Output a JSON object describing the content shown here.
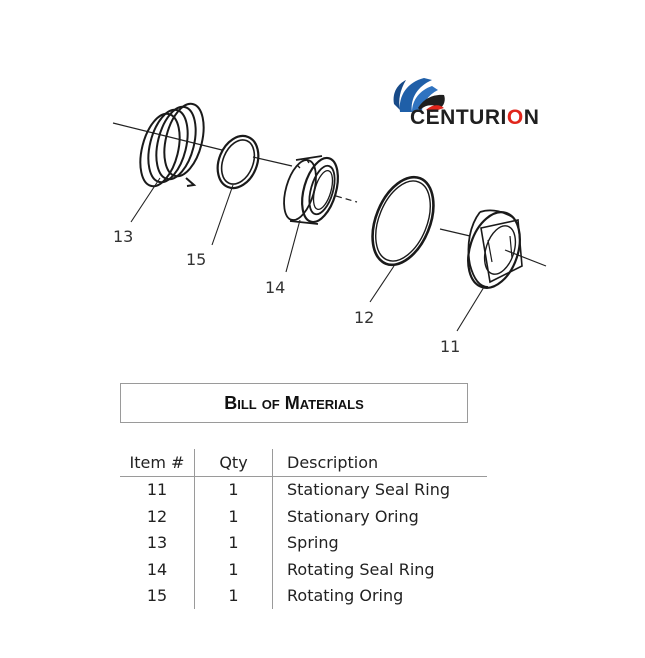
{
  "logo": {
    "brand_name_before": "CENTURI",
    "brand_name_highlight": "O",
    "brand_name_after": "N",
    "colors": {
      "blue": "#1f5fa8",
      "red": "#e1251b",
      "dark": "#1f1f1f"
    }
  },
  "diagram": {
    "part_labels": [
      "13",
      "15",
      "14",
      "12",
      "11"
    ]
  },
  "bom": {
    "title": "Bill of Materials",
    "headers": {
      "item": "Item #",
      "qty": "Qty",
      "description": "Description"
    },
    "rows": [
      {
        "item": "11",
        "qty": "1",
        "description": "Stationary Seal Ring"
      },
      {
        "item": "12",
        "qty": "1",
        "description": "Stationary Oring"
      },
      {
        "item": "13",
        "qty": "1",
        "description": "Spring"
      },
      {
        "item": "14",
        "qty": "1",
        "description": "Rotating Seal Ring"
      },
      {
        "item": "15",
        "qty": "1",
        "description": "Rotating Oring"
      }
    ]
  }
}
